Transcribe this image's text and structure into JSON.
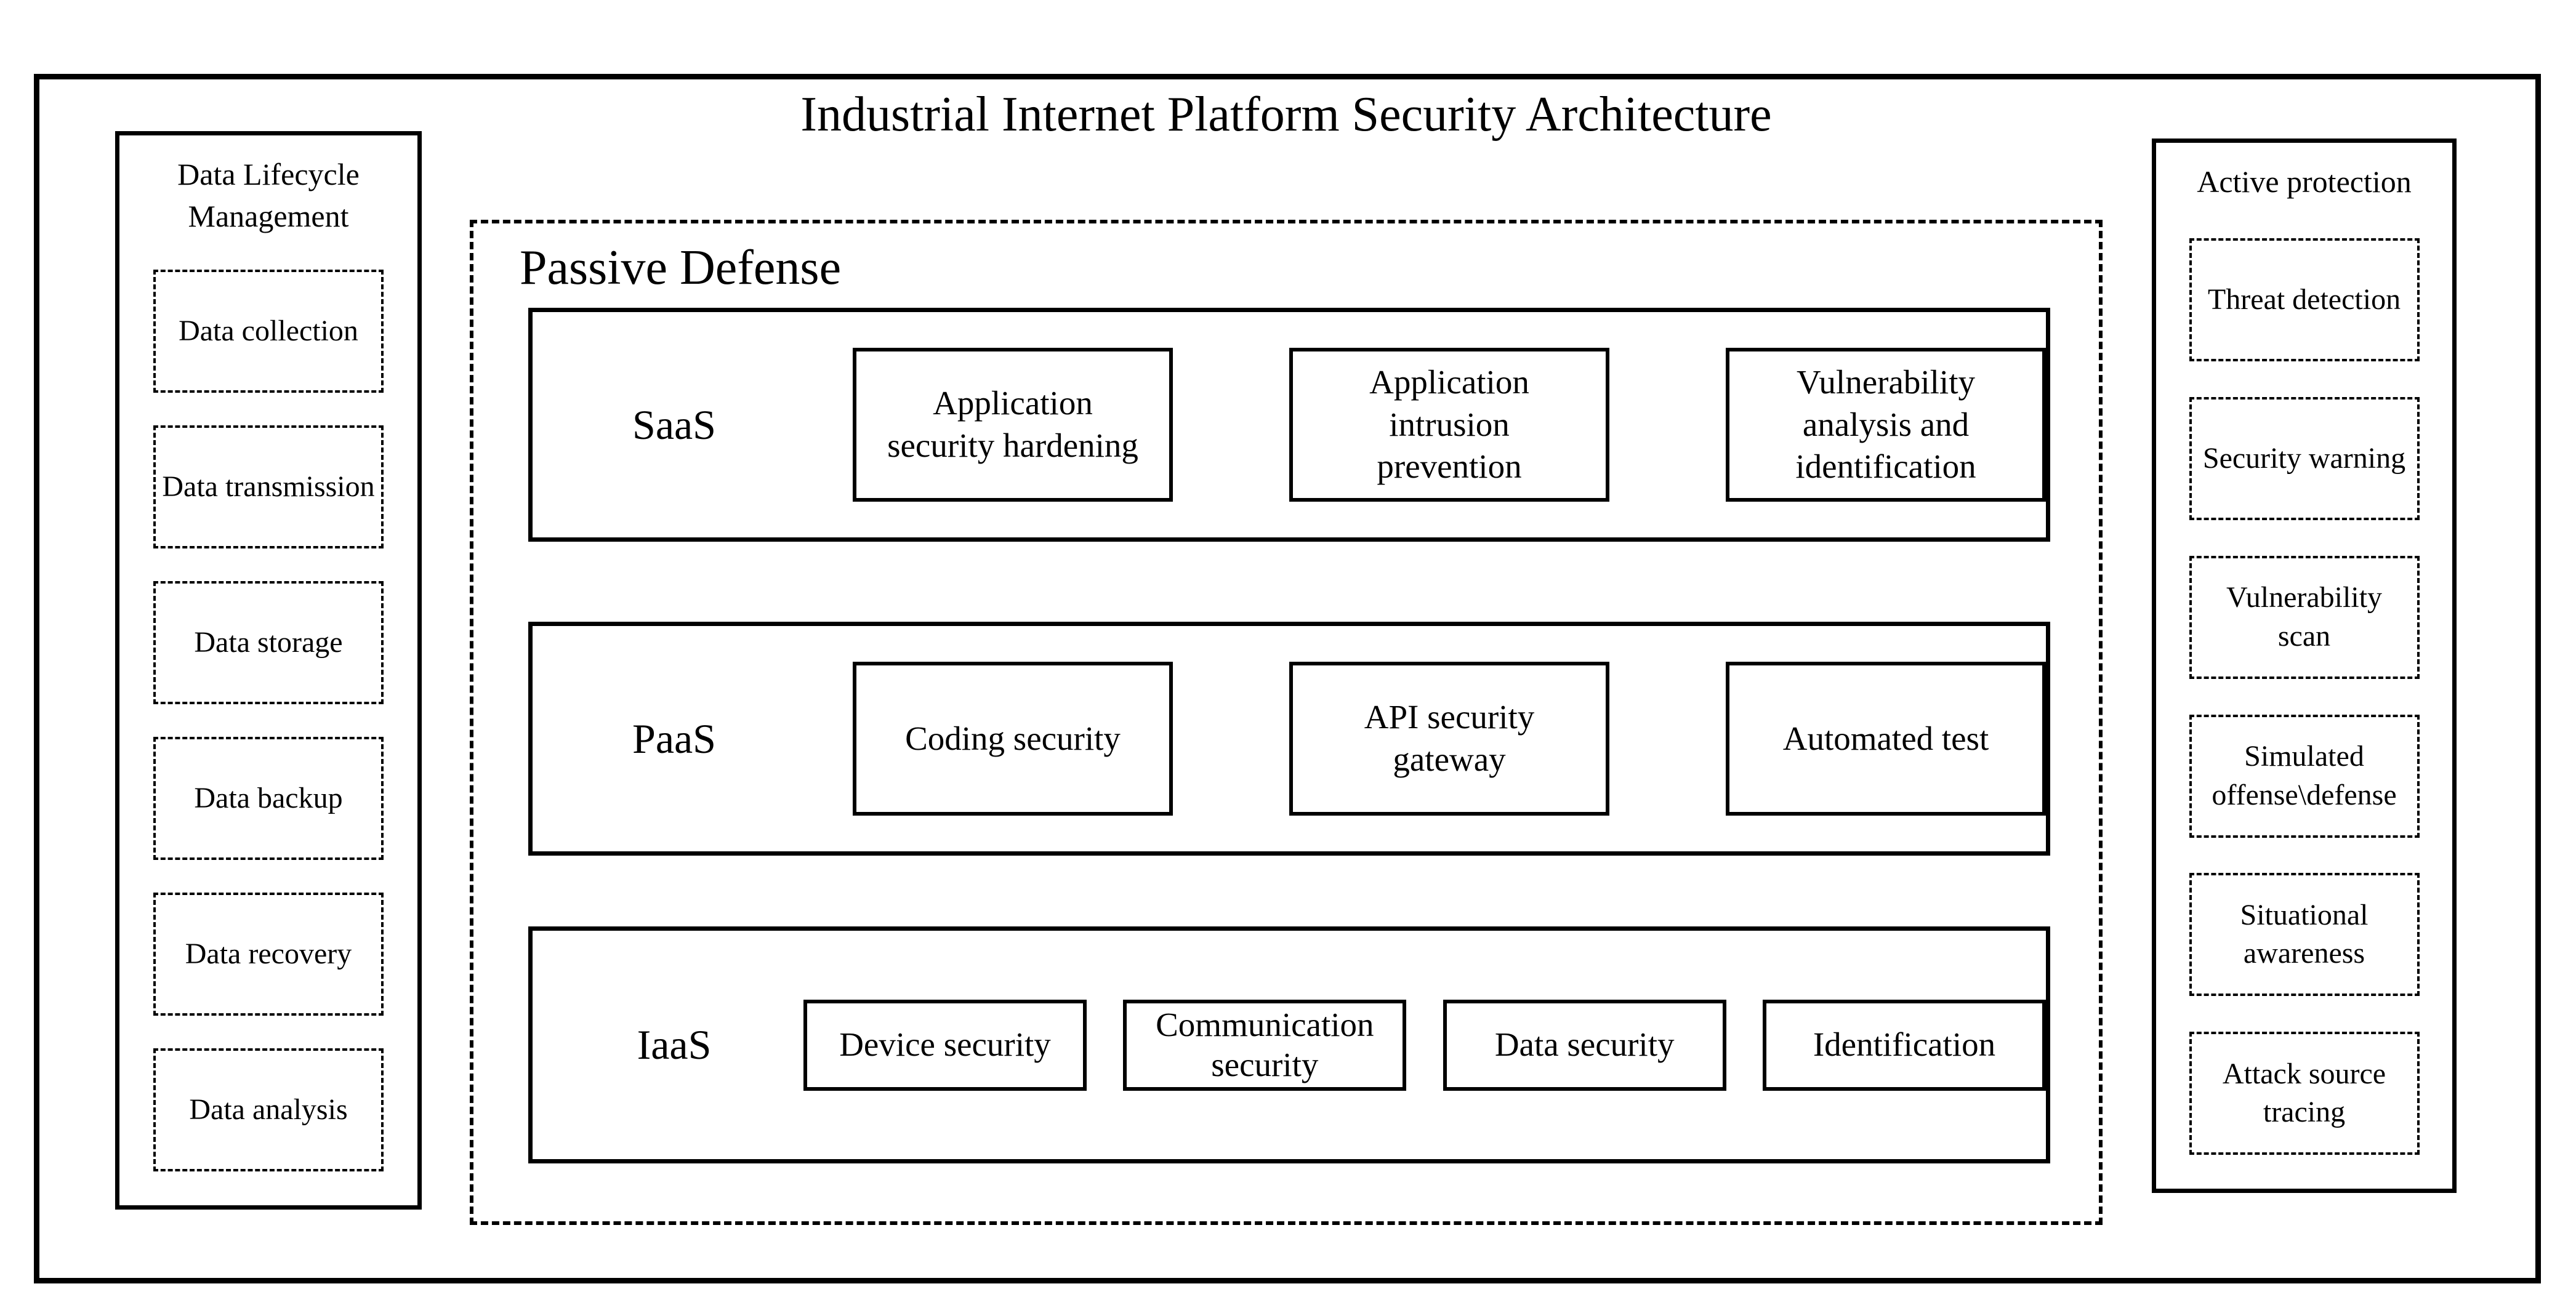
{
  "title": "Industrial Internet Platform Security Architecture",
  "left_panel": {
    "title": "Data Lifecycle Management",
    "items": [
      "Data collection",
      "Data transmission",
      "Data storage",
      "Data backup",
      "Data recovery",
      "Data analysis"
    ]
  },
  "center": {
    "title": "Passive Defense",
    "rows": [
      {
        "label": "SaaS",
        "items": [
          "Application security hardening",
          "Application intrusion prevention",
          "Vulnerability analysis and identification"
        ]
      },
      {
        "label": "PaaS",
        "items": [
          "Coding security",
          "API security gateway",
          "Automated test"
        ]
      },
      {
        "label": "IaaS",
        "items": [
          "Device security",
          "Communication security",
          "Data security",
          "Identification"
        ]
      }
    ]
  },
  "right_panel": {
    "title": "Active protection",
    "items": [
      "Threat detection",
      "Security warning",
      "Vulnerability scan",
      "Simulated offense\\defense",
      "Situational awareness",
      "Attack source tracing"
    ]
  },
  "colors": {
    "ink": "#000000",
    "paper": "#ffffff"
  }
}
